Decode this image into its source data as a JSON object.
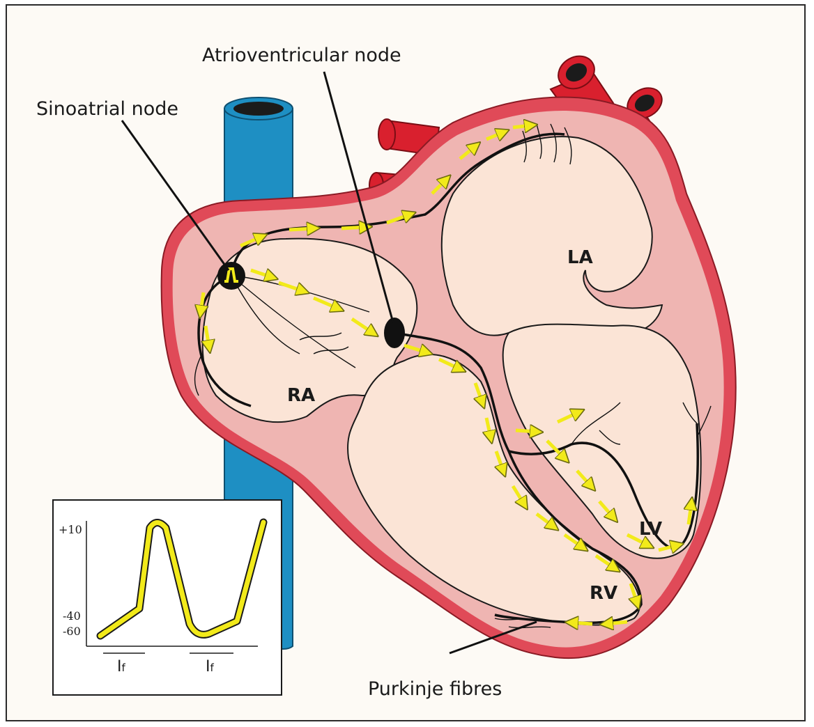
{
  "labels": {
    "sinoatrial_node": "Sinoatrial node",
    "atrioventricular_node": "Atrioventricular node",
    "purkinje_fibres": "Purkinje fibres"
  },
  "chambers": {
    "right_atrium": "RA",
    "left_atrium": "LA",
    "left_ventricle": "LV",
    "right_ventricle": "RV"
  },
  "inset_graph": {
    "y_ticks": [
      "+10",
      "-40",
      "-60"
    ],
    "current_labels": [
      {
        "main": "I",
        "sub": "f"
      },
      {
        "main": "I",
        "sub": "f"
      }
    ]
  },
  "colors": {
    "background": "#fdfaf5",
    "heart_outer": "#e04a58",
    "heart_wall": "#efb5b2",
    "chamber": "#fbe4d6",
    "vein": "#1e8fc3",
    "artery": "#d9202e",
    "impulse_arrow": "#f2ea1a",
    "conduction_path": "#111111"
  }
}
